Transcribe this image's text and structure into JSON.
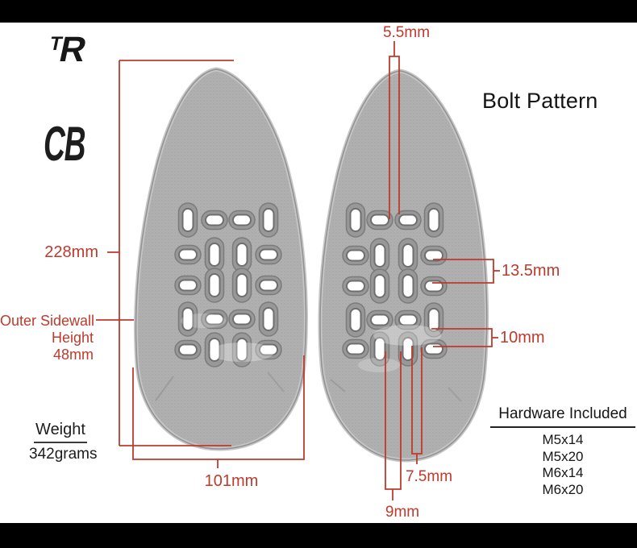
{
  "branding": {
    "logo_text": "TR",
    "model_code": "CB"
  },
  "heading": {
    "bolt_pattern": "Bolt Pattern"
  },
  "dimensions": {
    "slot_width_top": "5.5mm",
    "pad_length": "228mm",
    "sidewall_lines": [
      "Outer Sidewall",
      "Height",
      "48mm"
    ],
    "weight_label": "Weight",
    "weight_value": "342grams",
    "pad_width": "101mm",
    "hole_gap_upper": "13.5mm",
    "hole_gap_lower": "10mm",
    "slot_gap_small": "7.5mm",
    "slot_gap_large": "9mm"
  },
  "hardware": {
    "title": "Hardware Included",
    "items": [
      "M5x14",
      "M5x20",
      "M6x14",
      "M6x20"
    ]
  },
  "colors": {
    "accent_red": "#bf3a2c",
    "pad_gray": "#b1b1b1",
    "bar_black": "#000000"
  },
  "pads": {
    "pattern": [
      "VHHV",
      "HVVH",
      "HVVH",
      "VHHV",
      "HVVH"
    ],
    "left": {
      "cols": [
        233,
        266,
        300,
        333
      ],
      "rows": [
        273,
        316,
        354,
        396,
        434
      ]
    },
    "right": {
      "cols": [
        441,
        471,
        506,
        538
      ],
      "rows": [
        273,
        317,
        355,
        397,
        433
      ]
    }
  }
}
